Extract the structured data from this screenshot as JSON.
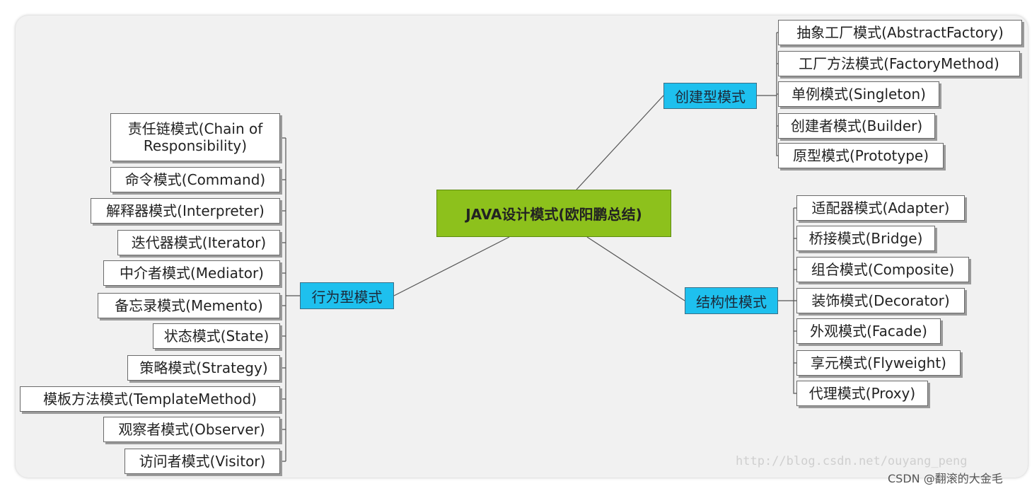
{
  "root": "JAVA设计模式(欧阳鹏总结)",
  "categories": {
    "creational": "创建型模式",
    "structural": "结构性模式",
    "behavioral": "行为型模式"
  },
  "creational_items": [
    "抽象工厂模式(AbstractFactory)",
    "工厂方法模式(FactoryMethod)",
    "单例模式(Singleton)",
    "创建者模式(Builder)",
    "原型模式(Prototype)"
  ],
  "structural_items": [
    "适配器模式(Adapter)",
    "桥接模式(Bridge)",
    "组合模式(Composite)",
    "装饰模式(Decorator)",
    "外观模式(Facade)",
    "享元模式(Flyweight)",
    "代理模式(Proxy)"
  ],
  "behavioral_items": [
    "责任链模式(Chain of Responsibility)",
    "命令模式(Command)",
    "解释器模式(Interpreter)",
    "迭代器模式(Iterator)",
    "中介者模式(Mediator)",
    "备忘录模式(Memento)",
    "状态模式(State)",
    "策略模式(Strategy)",
    "模板方法模式(TemplateMethod)",
    "观察者模式(Observer)",
    "访问者模式(Visitor)"
  ],
  "watermark_url": "http://blog.csdn.net/ouyang_peng",
  "watermark_credit": "CSDN @翻滚的大金毛",
  "colors": {
    "root": "#8dc11c",
    "category": "#1ec0ee",
    "line": "#555555"
  }
}
